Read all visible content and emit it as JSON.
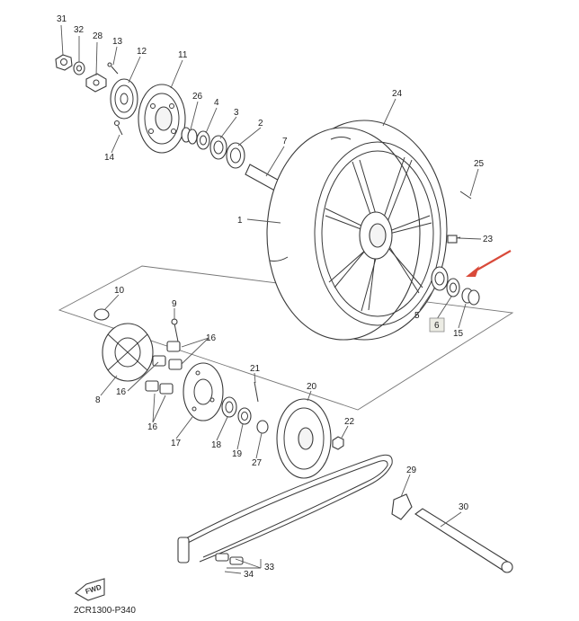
{
  "diagram": {
    "drawing_code": "2CR1300-P340",
    "fwd_label": "FWD",
    "highlight_color": "#d94a3a",
    "highlighted_part": "6",
    "part_numbers": [
      "31",
      "32",
      "28",
      "13",
      "12",
      "11",
      "26",
      "4",
      "3",
      "2",
      "7",
      "14",
      "24",
      "25",
      "1",
      "23",
      "5",
      "6",
      "15",
      "10",
      "9",
      "16",
      "8",
      "21",
      "20",
      "22",
      "17",
      "18",
      "19",
      "27",
      "29",
      "30",
      "33",
      "34"
    ]
  }
}
